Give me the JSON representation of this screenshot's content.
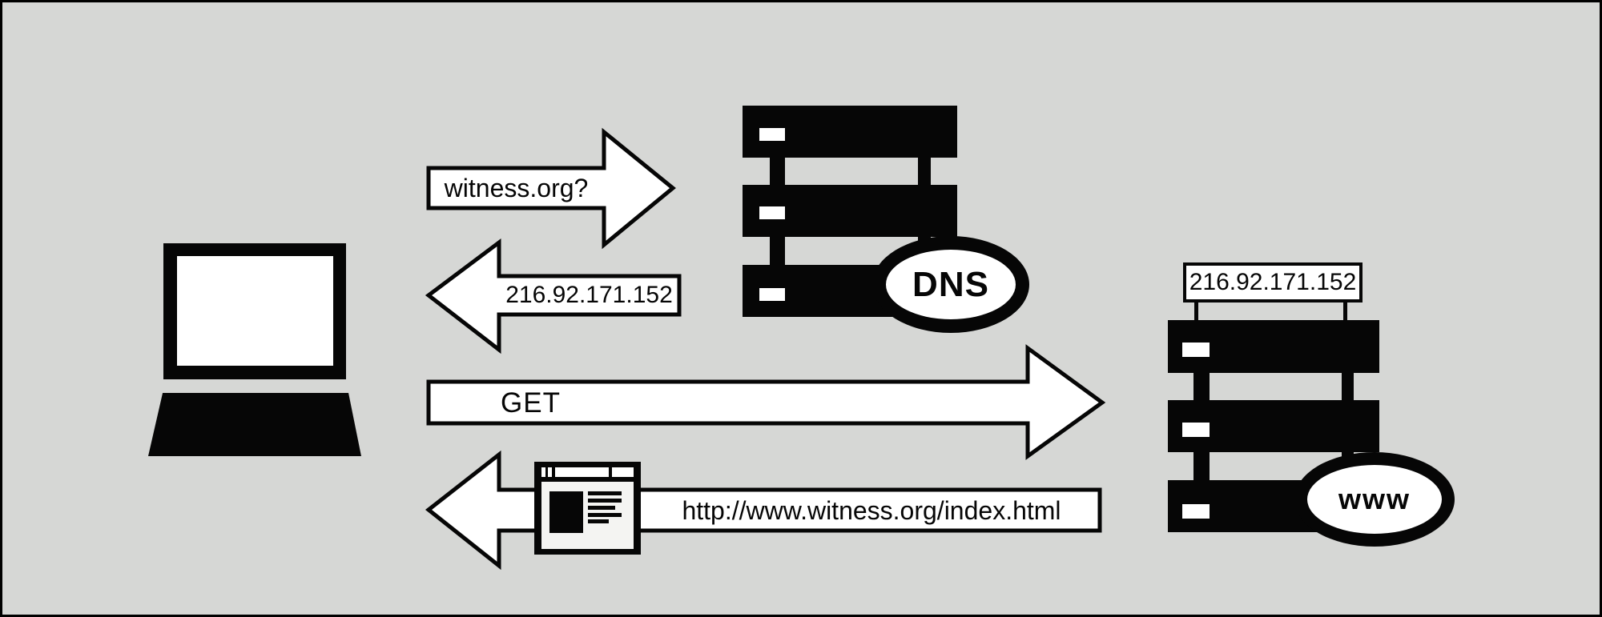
{
  "diagram": {
    "description": "DNS lookup and HTTP request flow between a client computer, a DNS server and a web server",
    "colors": {
      "background": "#d6d7d5",
      "foreground": "#060606",
      "arrow_fill": "#ffffff"
    },
    "nodes": {
      "client": {
        "type": "laptop"
      },
      "dns_server": {
        "label": "DNS"
      },
      "web_server": {
        "label": "www",
        "ip_label": "216.92.171.152"
      }
    },
    "messages": [
      {
        "from": "client",
        "to": "dns_server",
        "direction": "right",
        "label": "witness.org?"
      },
      {
        "from": "dns_server",
        "to": "client",
        "direction": "left",
        "label": "216.92.171.152"
      },
      {
        "from": "client",
        "to": "web_server",
        "direction": "right",
        "label": "GET"
      },
      {
        "from": "web_server",
        "to": "client",
        "direction": "left",
        "label": "http://www.witness.org/index.html"
      }
    ]
  }
}
